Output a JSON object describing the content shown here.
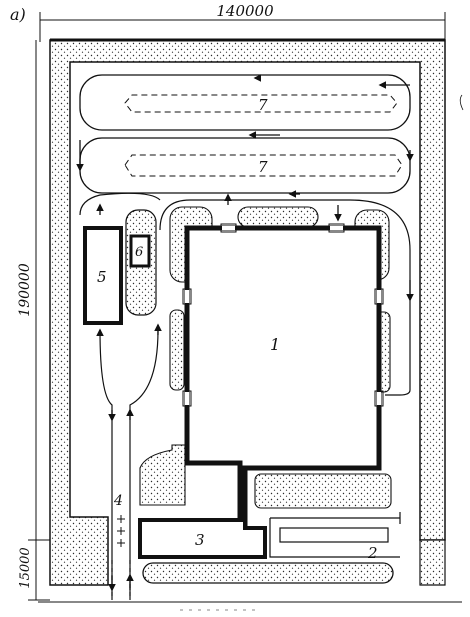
{
  "figure": {
    "panel_label": "а)",
    "dimensions": {
      "width": "140000",
      "depth": "190000",
      "bottom_strip": "15000"
    },
    "labels": {
      "main_building": "1",
      "rear_building": "2",
      "annex": "3",
      "entrance_road": "4",
      "building_5": "5",
      "building_6": "6",
      "shed_upper": "7",
      "shed_lower": "7"
    },
    "colors": {
      "ink": "#111111",
      "background": "#ffffff",
      "stipple": "#2a2a2a"
    }
  }
}
